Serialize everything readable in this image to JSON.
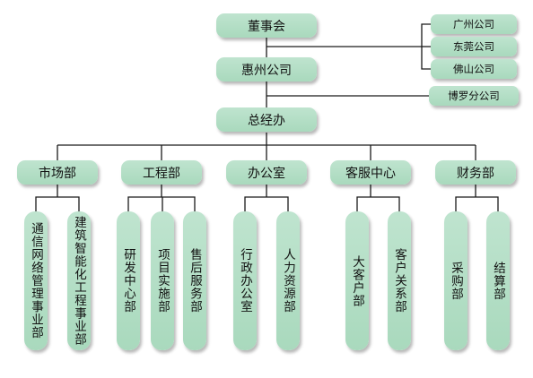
{
  "top": {
    "board": "董事会",
    "huizhou": "惠州公司",
    "gm": "总经办"
  },
  "branches": [
    "广州公司",
    "东莞公司",
    "佛山公司"
  ],
  "boluo": "博罗分公司",
  "departments": [
    {
      "label": "市场部",
      "subs": [
        "通信网络管理事业部",
        "建筑智能化工程事业部"
      ]
    },
    {
      "label": "工程部",
      "subs": [
        "研发中心部",
        "项目实施部",
        "售后服务部"
      ]
    },
    {
      "label": "办公室",
      "subs": [
        "行政办公室",
        "人力资源部"
      ]
    },
    {
      "label": "客服中心",
      "subs": [
        "大客户部",
        "客户关系部"
      ]
    },
    {
      "label": "财务部",
      "subs": [
        "采购部",
        "结算部"
      ]
    }
  ],
  "colors": {
    "node_fill": "#b3dec4",
    "line": "#1a1a1a"
  }
}
